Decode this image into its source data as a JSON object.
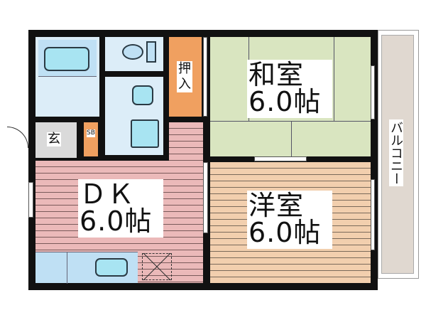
{
  "floorplan": {
    "rooms": {
      "washitsu": {
        "name": "和室",
        "size": "6.0帖",
        "color": "#d9e5c0"
      },
      "yoshitsu": {
        "name": "洋室",
        "size": "6.0帖",
        "color": "#f2cfae"
      },
      "dk": {
        "name": "ＤＫ",
        "size": "6.0帖",
        "color": "#ebb9b9"
      },
      "oshiire": {
        "name": "押入",
        "color": "#f0a060"
      },
      "genkan": {
        "name": "玄",
        "color": "#dadada"
      },
      "shoebox": {
        "name": "SB",
        "color": "#f0a060"
      },
      "balcony": {
        "name": "バルコニー",
        "color": "#e0d8d0"
      },
      "bath": {
        "color": "#dcedf8"
      },
      "toilet": {
        "color": "#dcedf8"
      },
      "washroom": {
        "color": "#dcedf8"
      }
    },
    "colors": {
      "wall": "#111111",
      "fixture": "#a8e4f2"
    }
  }
}
